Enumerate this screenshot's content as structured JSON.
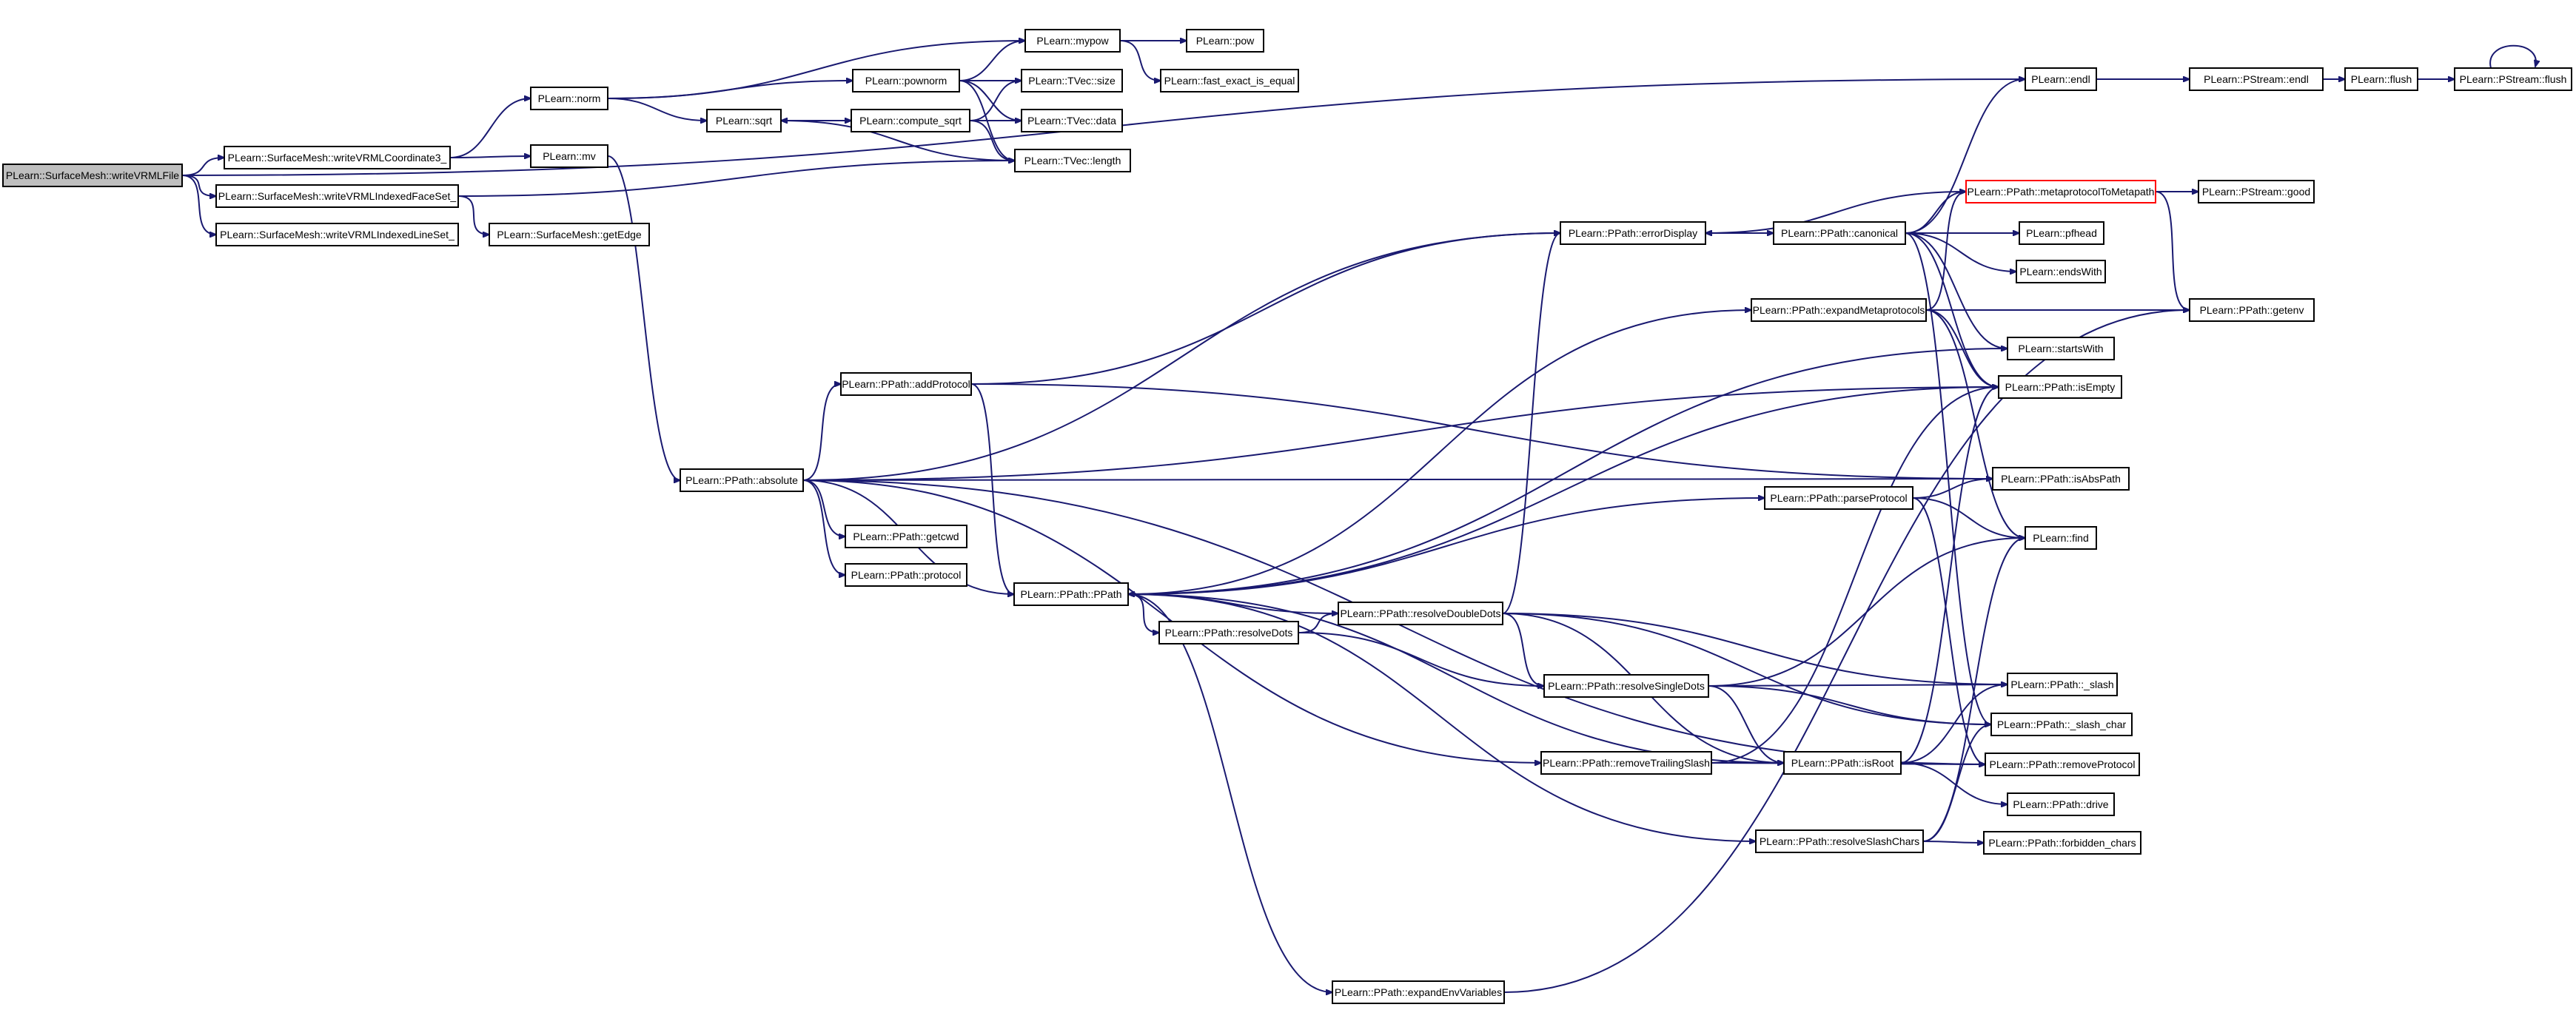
{
  "diagram": {
    "title": "",
    "nodes": [
      {
        "id": "writeVRMLFile",
        "label": "PLearn::SurfaceMesh::writeVRMLFile",
        "root": true
      },
      {
        "id": "writeVRMLCoordinate3_",
        "label": "PLearn::SurfaceMesh::writeVRMLCoordinate3_"
      },
      {
        "id": "writeVRMLIndexedFaceSet_",
        "label": "PLearn::SurfaceMesh::writeVRMLIndexedFaceSet_"
      },
      {
        "id": "writeVRMLIndexedLineSet_",
        "label": "PLearn::SurfaceMesh::writeVRMLIndexedLineSet_"
      },
      {
        "id": "norm",
        "label": "PLearn::norm"
      },
      {
        "id": "mv",
        "label": "PLearn::mv"
      },
      {
        "id": "getEdge",
        "label": "PLearn::SurfaceMesh::getEdge"
      },
      {
        "id": "sqrt",
        "label": "PLearn::sqrt"
      },
      {
        "id": "pownorm",
        "label": "PLearn::pownorm"
      },
      {
        "id": "compute_sqrt",
        "label": "PLearn::compute_sqrt"
      },
      {
        "id": "mypow",
        "label": "PLearn::mypow"
      },
      {
        "id": "pow",
        "label": "PLearn::pow"
      },
      {
        "id": "fast_exact_is_equal",
        "label": "PLearn::fast_exact_is_equal"
      },
      {
        "id": "size",
        "label": "PLearn::TVec::size"
      },
      {
        "id": "data",
        "label": "PLearn::TVec::data"
      },
      {
        "id": "length",
        "label": "PLearn::TVec::length"
      },
      {
        "id": "absolute",
        "label": "PLearn::PPath::absolute"
      },
      {
        "id": "addProtocol",
        "label": "PLearn::PPath::addProtocol"
      },
      {
        "id": "getcwd",
        "label": "PLearn::PPath::getcwd"
      },
      {
        "id": "protocol",
        "label": "PLearn::PPath::protocol"
      },
      {
        "id": "PPath",
        "label": "PLearn::PPath::PPath"
      },
      {
        "id": "resolveDots",
        "label": "PLearn::PPath::resolveDots"
      },
      {
        "id": "resolveDoubleDots",
        "label": "PLearn::PPath::resolveDoubleDots"
      },
      {
        "id": "errorDisplay",
        "label": "PLearn::PPath::errorDisplay"
      },
      {
        "id": "canonical",
        "label": "PLearn::PPath::canonical"
      },
      {
        "id": "expandMetaprotocols",
        "label": "PLearn::PPath::expandMetaprotocols"
      },
      {
        "id": "metaprotocolToMetapath",
        "label": "PLearn::PPath::metaprotocolToMetapath",
        "red": true
      },
      {
        "id": "pfhead",
        "label": "PLearn::pfhead"
      },
      {
        "id": "endsWith",
        "label": "PLearn::endsWith"
      },
      {
        "id": "startsWith",
        "label": "PLearn::startsWith"
      },
      {
        "id": "isEmpty",
        "label": "PLearn::PPath::isEmpty"
      },
      {
        "id": "isAbsPath",
        "label": "PLearn::PPath::isAbsPath"
      },
      {
        "id": "parseProtocol",
        "label": "PLearn::PPath::parseProtocol"
      },
      {
        "id": "find",
        "label": "PLearn::find"
      },
      {
        "id": "resolveSingleDots",
        "label": "PLearn::PPath::resolveSingleDots"
      },
      {
        "id": "_slash",
        "label": "PLearn::PPath::_slash"
      },
      {
        "id": "_slash_char",
        "label": "PLearn::PPath::_slash_char"
      },
      {
        "id": "removeTrailingSlash",
        "label": "PLearn::PPath::removeTrailingSlash"
      },
      {
        "id": "isRoot",
        "label": "PLearn::PPath::isRoot"
      },
      {
        "id": "removeProtocol",
        "label": "PLearn::PPath::removeProtocol"
      },
      {
        "id": "drive",
        "label": "PLearn::PPath::drive"
      },
      {
        "id": "resolveSlashChars",
        "label": "PLearn::PPath::resolveSlashChars"
      },
      {
        "id": "forbidden_chars",
        "label": "PLearn::PPath::forbidden_chars"
      },
      {
        "id": "expandEnvVariables",
        "label": "PLearn::PPath::expandEnvVariables"
      },
      {
        "id": "endl",
        "label": "PLearn::endl"
      },
      {
        "id": "PStream_endl",
        "label": "PLearn::PStream::endl"
      },
      {
        "id": "flush",
        "label": "PLearn::flush"
      },
      {
        "id": "PStream_flush",
        "label": "PLearn::PStream::flush"
      },
      {
        "id": "good",
        "label": "PLearn::PStream::good"
      },
      {
        "id": "getenv",
        "label": "PLearn::PPath::getenv"
      }
    ],
    "edges": [
      [
        "writeVRMLFile",
        "writeVRMLCoordinate3_"
      ],
      [
        "writeVRMLFile",
        "writeVRMLIndexedFaceSet_"
      ],
      [
        "writeVRMLFile",
        "writeVRMLIndexedLineSet_"
      ],
      [
        "writeVRMLFile",
        "endl"
      ],
      [
        "writeVRMLCoordinate3_",
        "norm"
      ],
      [
        "writeVRMLCoordinate3_",
        "mv"
      ],
      [
        "writeVRMLIndexedFaceSet_",
        "getEdge"
      ],
      [
        "writeVRMLIndexedFaceSet_",
        "length"
      ],
      [
        "norm",
        "mypow"
      ],
      [
        "norm",
        "pownorm"
      ],
      [
        "norm",
        "sqrt"
      ],
      [
        "mv",
        "absolute"
      ],
      [
        "sqrt",
        "compute_sqrt"
      ],
      [
        "sqrt",
        "length"
      ],
      [
        "compute_sqrt",
        "sqrt"
      ],
      [
        "compute_sqrt",
        "size"
      ],
      [
        "compute_sqrt",
        "data"
      ],
      [
        "compute_sqrt",
        "length"
      ],
      [
        "pownorm",
        "mypow"
      ],
      [
        "pownorm",
        "size"
      ],
      [
        "pownorm",
        "data"
      ],
      [
        "pownorm",
        "length"
      ],
      [
        "mypow",
        "pow"
      ],
      [
        "mypow",
        "fast_exact_is_equal"
      ],
      [
        "endl",
        "PStream_endl"
      ],
      [
        "PStream_endl",
        "flush"
      ],
      [
        "flush",
        "PStream_flush"
      ],
      [
        "PStream_flush",
        "PStream_flush"
      ],
      [
        "absolute",
        "addProtocol"
      ],
      [
        "absolute",
        "getcwd"
      ],
      [
        "absolute",
        "protocol"
      ],
      [
        "absolute",
        "PPath"
      ],
      [
        "absolute",
        "errorDisplay"
      ],
      [
        "absolute",
        "isEmpty"
      ],
      [
        "absolute",
        "isAbsPath"
      ],
      [
        "absolute",
        "removeTrailingSlash"
      ],
      [
        "absolute",
        "removeProtocol"
      ],
      [
        "addProtocol",
        "PPath"
      ],
      [
        "addProtocol",
        "errorDisplay"
      ],
      [
        "addProtocol",
        "isAbsPath"
      ],
      [
        "PPath",
        "resolveDots"
      ],
      [
        "PPath",
        "expandMetaprotocols"
      ],
      [
        "PPath",
        "startsWith"
      ],
      [
        "PPath",
        "isEmpty"
      ],
      [
        "PPath",
        "parseProtocol"
      ],
      [
        "PPath",
        "resolveSlashChars"
      ],
      [
        "PPath",
        "expandEnvVariables"
      ],
      [
        "resolveDots",
        "resolveDoubleDots"
      ],
      [
        "resolveDots",
        "resolveSingleDots"
      ],
      [
        "resolveDoubleDots",
        "PPath"
      ],
      [
        "resolveDoubleDots",
        "errorDisplay"
      ],
      [
        "resolveDoubleDots",
        "resolveSingleDots"
      ],
      [
        "resolveDoubleDots",
        "isRoot"
      ],
      [
        "resolveDoubleDots",
        "_slash"
      ],
      [
        "resolveDoubleDots",
        "_slash_char"
      ],
      [
        "errorDisplay",
        "canonical"
      ],
      [
        "canonical",
        "errorDisplay"
      ],
      [
        "canonical",
        "endl"
      ],
      [
        "canonical",
        "metaprotocolToMetapath"
      ],
      [
        "canonical",
        "pfhead"
      ],
      [
        "canonical",
        "endsWith"
      ],
      [
        "canonical",
        "startsWith"
      ],
      [
        "canonical",
        "isEmpty"
      ],
      [
        "canonical",
        "_slash_char"
      ],
      [
        "expandMetaprotocols",
        "metaprotocolToMetapath"
      ],
      [
        "expandMetaprotocols",
        "getenv"
      ],
      [
        "expandMetaprotocols",
        "isEmpty"
      ],
      [
        "expandMetaprotocols",
        "find"
      ],
      [
        "metaprotocolToMetapath",
        "errorDisplay"
      ],
      [
        "metaprotocolToMetapath",
        "good"
      ],
      [
        "metaprotocolToMetapath",
        "getenv"
      ],
      [
        "parseProtocol",
        "isAbsPath"
      ],
      [
        "parseProtocol",
        "find"
      ],
      [
        "parseProtocol",
        "removeProtocol"
      ],
      [
        "resolveSingleDots",
        "find"
      ],
      [
        "resolveSingleDots",
        "_slash"
      ],
      [
        "resolveSingleDots",
        "_slash_char"
      ],
      [
        "resolveSingleDots",
        "isRoot"
      ],
      [
        "removeTrailingSlash",
        "isRoot"
      ],
      [
        "removeTrailingSlash",
        "isEmpty"
      ],
      [
        "removeTrailingSlash",
        "removeProtocol"
      ],
      [
        "isRoot",
        "PPath"
      ],
      [
        "isRoot",
        "isEmpty"
      ],
      [
        "isRoot",
        "_slash"
      ],
      [
        "isRoot",
        "removeProtocol"
      ],
      [
        "isRoot",
        "drive"
      ],
      [
        "resolveSlashChars",
        "find"
      ],
      [
        "resolveSlashChars",
        "_slash_char"
      ],
      [
        "resolveSlashChars",
        "forbidden_chars"
      ],
      [
        "expandEnvVariables",
        "getenv"
      ]
    ]
  }
}
